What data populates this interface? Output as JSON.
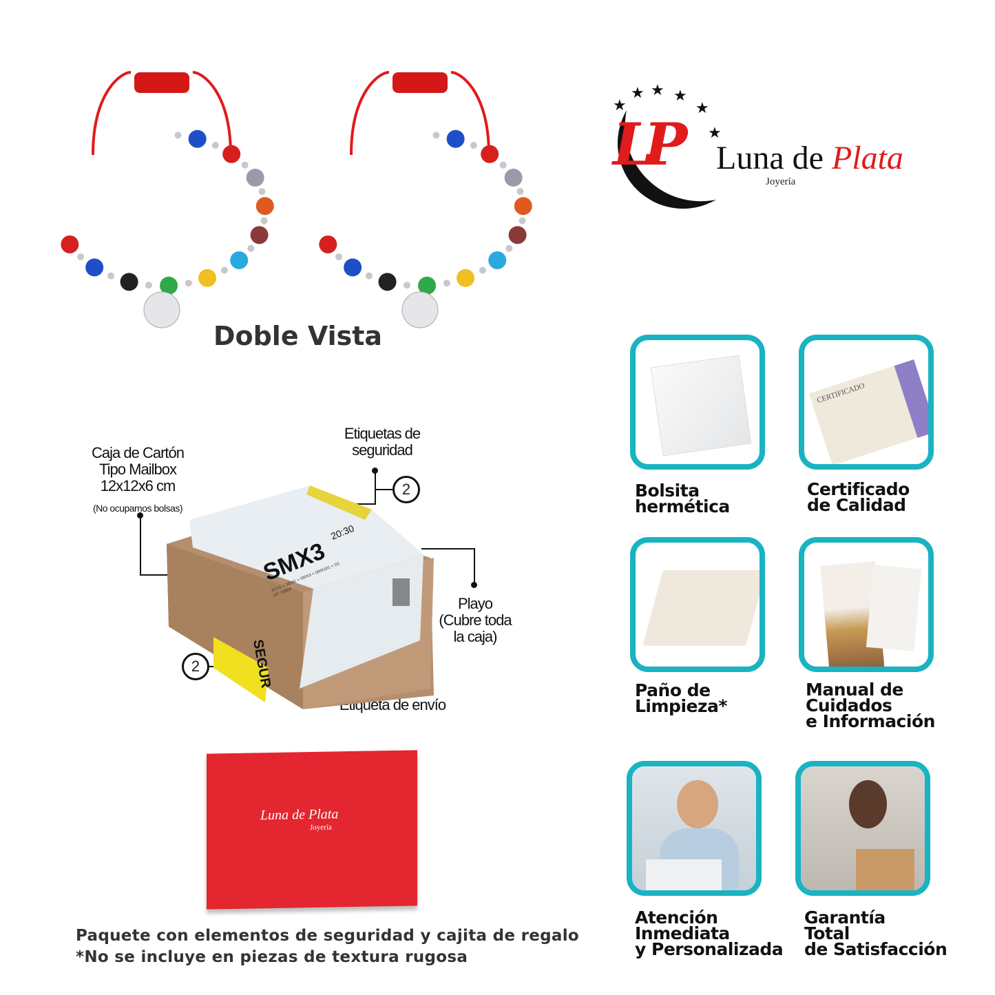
{
  "product": {
    "view_title": "Doble Vista"
  },
  "brand": {
    "name_part1": "Luna de",
    "name_part2": "Plata",
    "monogram": "LP",
    "subtitle": "Joyería"
  },
  "package": {
    "box_label": "Caja de Cartón\nTipo Mailbox\n12x12x6 cm",
    "box_note": "(No ocupamos bolsas)",
    "security_label": "Etiquetas de\nseguridad",
    "security_count_top": "2",
    "security_count_side": "2",
    "wrap_label": "Playo\n(Cubre toda\nla caja)",
    "shipping_label": "Etiqueta de envío",
    "shipping_code": "SMX3",
    "shipping_time": "20:30",
    "shipping_route": "XCV1 > XEM1 > SMX3 > DMX101 > D1",
    "shipping_cp": "CP: 03900",
    "sticker_text": "SEGUR"
  },
  "gift_box": {
    "logo_text": "Luna de Plata",
    "logo_sub": "Joyería"
  },
  "includes": [
    {
      "label": "Bolsita\nhermética",
      "icon": "bag"
    },
    {
      "label": "Certificado\nde Calidad",
      "icon": "certificate",
      "inner_text": "CERTIFICADO"
    },
    {
      "label": "Paño de\nLimpieza*",
      "icon": "cloth"
    },
    {
      "label": "Manual de\nCuidados\ne Información",
      "icon": "manual"
    },
    {
      "label": "Atención\nInmediata\ny Personalizada",
      "icon": "support"
    },
    {
      "label": "Garantía\nTotal\nde Satisfacción",
      "icon": "satisfaction"
    }
  ],
  "footer": {
    "line1": "Paquete con elementos de seguridad y cajita de regalo",
    "line2": "*No se incluye en piezas de textura rugosa"
  },
  "colors": {
    "teal": "#19b3c2",
    "red": "#e3262f",
    "cord": "#e01b1b"
  }
}
